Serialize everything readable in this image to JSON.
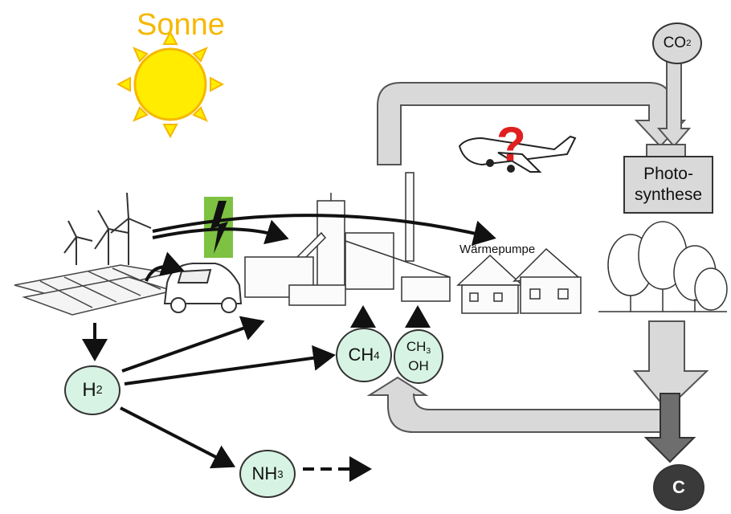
{
  "labels": {
    "sun": "Sonne",
    "heat_pump": "Wärmepumpe",
    "photosynthesis_line1": "Photo-",
    "photosynthesis_line2": "synthese",
    "question_mark": "?"
  },
  "molecules": {
    "h2": {
      "base": "H",
      "sub": "2"
    },
    "ch4": {
      "base": "CH",
      "sub": "4"
    },
    "ch3oh_line1_base": "CH",
    "ch3oh_line1_sub": "3",
    "ch3oh_line2": "OH",
    "nh3": {
      "base": "NH",
      "sub": "3"
    },
    "co2": {
      "base": "CO",
      "sub": "2"
    },
    "carbon": "C"
  },
  "colors": {
    "sun": "#f5b800",
    "molecule_fill": "#d7f3e4",
    "flow_arrow": "#d9d9d9",
    "carbon_arrow": "#6e6e6e",
    "carbon_node": "#3a3a3a",
    "lightning_bg": "#7dc242",
    "question": "#e02020"
  }
}
